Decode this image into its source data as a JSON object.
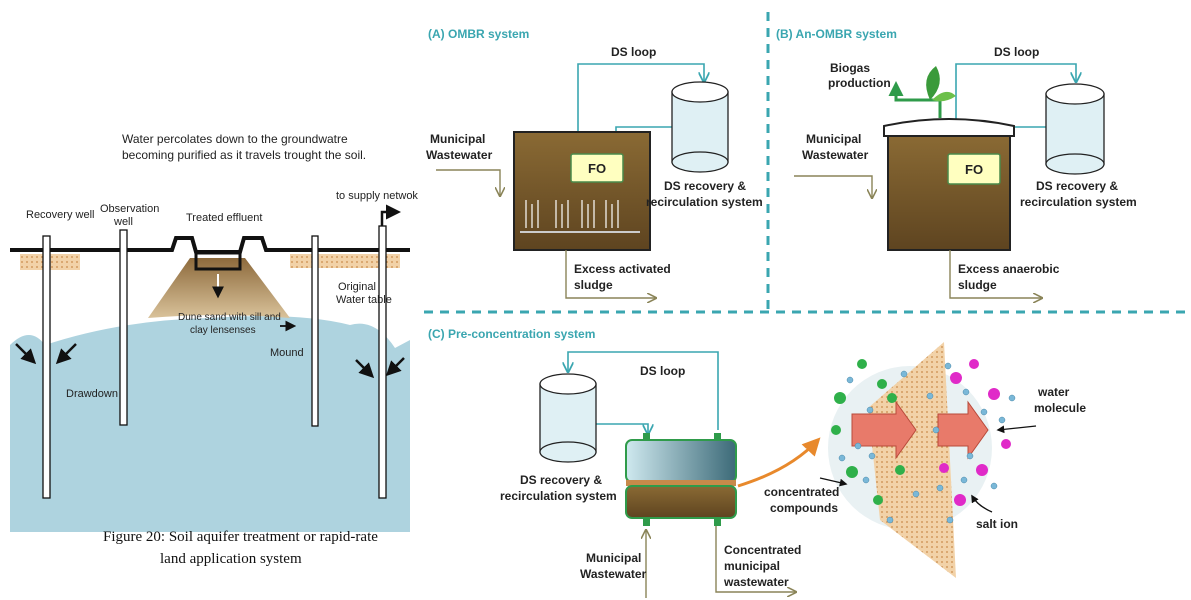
{
  "figure_left": {
    "intro_line1": "Water percolates down to the groundwatre",
    "intro_line2": "becoming purified as it travels trought the soil.",
    "labels": {
      "recovery_well": "Recovery well",
      "observation_well_1": "Observation",
      "observation_well_2": "well",
      "treated_effluent": "Treated effluent",
      "to_supply": "to supply netwok",
      "dune_sand_1": "Dune sand with sill and",
      "dune_sand_2": "clay lensenses",
      "mound": "Mound",
      "original_1": "Original",
      "original_2": "Water table",
      "drawdown": "Drawdown"
    },
    "caption_line1": "Figure 20: Soil aquifer treatment or rapid-rate",
    "caption_line2": "land application system"
  },
  "panel_a": {
    "title": "(A) OMBR system",
    "ds_loop": "DS loop",
    "municipal_1": "Municipal",
    "municipal_2": "Wastewater",
    "fo": "FO",
    "recovery_1": "DS recovery &",
    "recovery_2": "recirculation system",
    "excess_1": "Excess activated",
    "excess_2": "sludge"
  },
  "panel_b": {
    "title": "(B) An-OMBR system",
    "ds_loop": "DS loop",
    "biogas_1": "Biogas",
    "biogas_2": "production",
    "municipal_1": "Municipal",
    "municipal_2": "Wastewater",
    "fo": "FO",
    "recovery_1": "DS recovery &",
    "recovery_2": "recirculation system",
    "excess_1": "Excess anaerobic",
    "excess_2": "sludge"
  },
  "panel_c": {
    "title": "(C) Pre-concentration system",
    "ds_loop": "DS loop",
    "recovery_1": "DS recovery &",
    "recovery_2": "recirculation system",
    "concentrated_1": "concentrated",
    "concentrated_2": "compounds",
    "municipal_1": "Municipal",
    "municipal_2": "Wastewater",
    "conc_muni_1": "Concentrated",
    "conc_muni_2": "municipal",
    "conc_muni_3": "wastewater",
    "water_1": "water",
    "water_2": "molecule",
    "salt": "salt ion"
  },
  "colors": {
    "teal": "#3aa6b0",
    "water": "#aed3df",
    "sludge": "#7a5a2a",
    "fo_box": "#ffffc0",
    "green": "#2f9b4a",
    "magenta": "#e02ac8",
    "orange": "#e8892c"
  }
}
